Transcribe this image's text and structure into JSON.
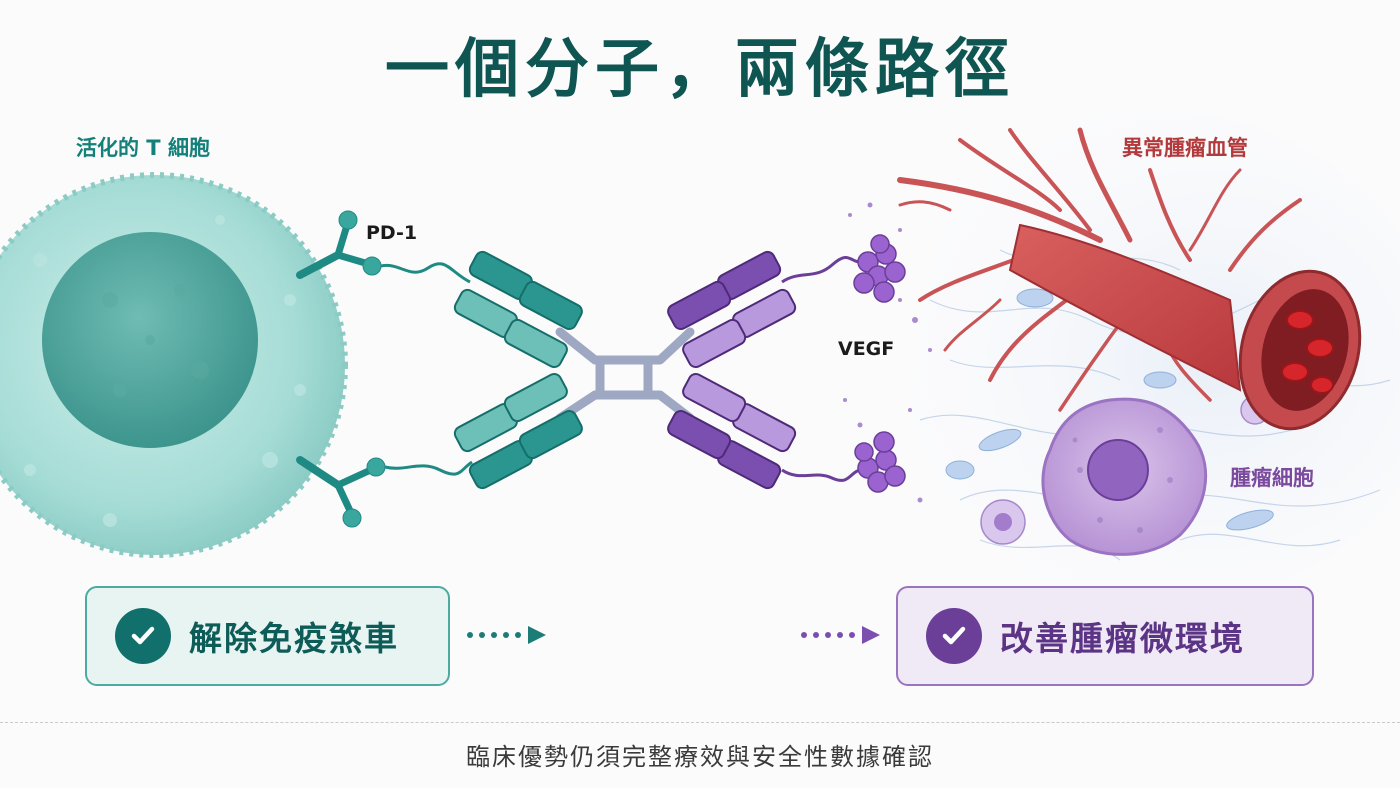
{
  "title": "一個分子，兩條路徑",
  "labels": {
    "t_cell": "活化的 T 細胞",
    "pd1": "PD-1",
    "vegf": "VEGF",
    "vessel": "異常腫瘤血管",
    "tumor_cell": "腫瘤細胞"
  },
  "outcomes": {
    "left": "解除免疫煞車",
    "right": "改善腫瘤微環境"
  },
  "footer": "臨床優勢仍須完整療效與安全性數據確認",
  "colors": {
    "teal": "#11706b",
    "purple": "#6b3f98",
    "vessel_red": "#c84a4d"
  },
  "icons": {
    "outcome_check": "check-circle-icon",
    "flow_arrow": "dotted-arrow-icon"
  }
}
